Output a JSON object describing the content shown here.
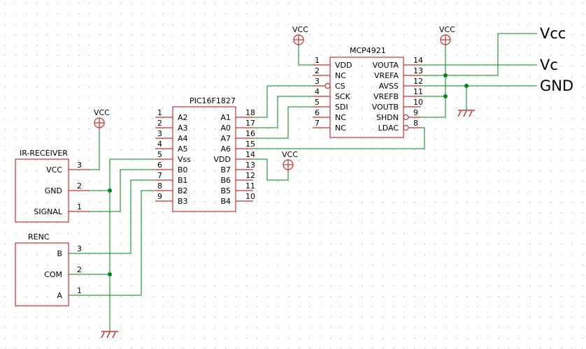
{
  "colors": {
    "background": "#ffffff",
    "grid_dot": "#b4b4b4",
    "part": "#c83232",
    "wire": "#00841e",
    "junction": "#00841e",
    "text": "#000000"
  },
  "power_labels": {
    "vcc1": "VCC",
    "vcc2": "VCC",
    "vcc3": "VCC",
    "vcc4": "VCC"
  },
  "net_labels": {
    "vcc": "Vcc",
    "vc": "Vc",
    "gnd": "GND"
  },
  "ir_receiver": {
    "name": "IR-RECEIVER",
    "pins": [
      {
        "num": "3",
        "label": "VCC"
      },
      {
        "num": "2",
        "label": "GND"
      },
      {
        "num": "1",
        "label": "SIGNAL"
      }
    ]
  },
  "renc": {
    "name": "RENC",
    "pins": [
      {
        "num": "3",
        "label": "B"
      },
      {
        "num": "2",
        "label": "COM"
      },
      {
        "num": "1",
        "label": "A"
      }
    ]
  },
  "pic": {
    "name": "PIC16F1827",
    "left_pins": [
      {
        "num": "1",
        "label": "A2"
      },
      {
        "num": "2",
        "label": "A3"
      },
      {
        "num": "3",
        "label": "A4"
      },
      {
        "num": "4",
        "label": "A5"
      },
      {
        "num": "5",
        "label": "Vss"
      },
      {
        "num": "6",
        "label": "B0"
      },
      {
        "num": "7",
        "label": "B1"
      },
      {
        "num": "8",
        "label": "B2"
      },
      {
        "num": "9",
        "label": "B3"
      }
    ],
    "right_pins": [
      {
        "num": "18",
        "label": "A1"
      },
      {
        "num": "17",
        "label": "A0"
      },
      {
        "num": "16",
        "label": "A7"
      },
      {
        "num": "15",
        "label": "A6"
      },
      {
        "num": "14",
        "label": "VDD"
      },
      {
        "num": "13",
        "label": "B7"
      },
      {
        "num": "12",
        "label": "B6"
      },
      {
        "num": "11",
        "label": "B5"
      },
      {
        "num": "10",
        "label": "B4"
      }
    ]
  },
  "mcp": {
    "name": "MCP4921",
    "left_pins": [
      {
        "num": "1",
        "label": "VDD"
      },
      {
        "num": "2",
        "label": "NC"
      },
      {
        "num": "3",
        "label": "CS"
      },
      {
        "num": "4",
        "label": "SCK"
      },
      {
        "num": "5",
        "label": "SDI"
      },
      {
        "num": "6",
        "label": "NC"
      },
      {
        "num": "7",
        "label": "NC"
      }
    ],
    "right_pins": [
      {
        "num": "14",
        "label": "VOUTA"
      },
      {
        "num": "13",
        "label": "VREFA"
      },
      {
        "num": "12",
        "label": "AVSS"
      },
      {
        "num": "11",
        "label": "VREFB"
      },
      {
        "num": "10",
        "label": "VOUTB"
      },
      {
        "num": "9",
        "label": "SHDN"
      },
      {
        "num": "8",
        "label": "LDAC"
      }
    ]
  }
}
